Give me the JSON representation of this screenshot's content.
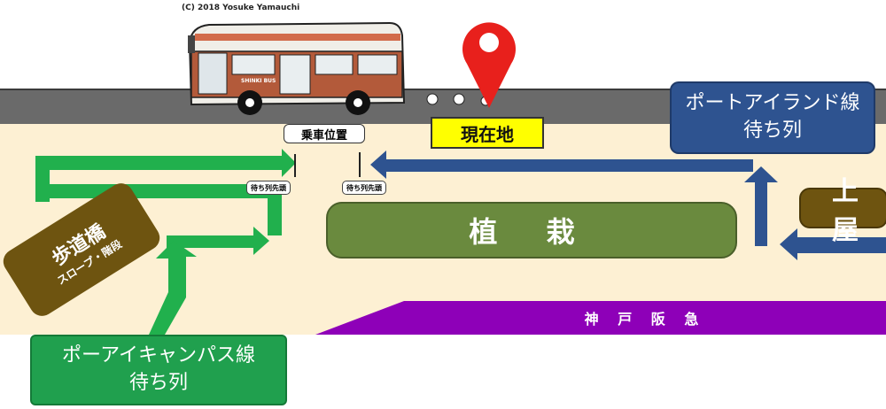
{
  "copyright": "(C)  2018 Yosuke Yamauchi",
  "bus_plate": "SHINKI BUS",
  "current_location": "現在地",
  "boarding_position": "乗車位置",
  "queue_head_left": "待ち列先頭",
  "queue_head_right": "待ち列先頭",
  "planting": "植 栽",
  "port_island": {
    "line1": "ポートアイランド線",
    "line2": "待ち列"
  },
  "roof": "上 屋",
  "footbridge": {
    "line1": "歩道橋",
    "line2": "スロープ・階段"
  },
  "poai_campus": {
    "line1": "ポーアイキャンパス線",
    "line2": "待ち列"
  },
  "hankyu": "神 戸 阪 急",
  "colors": {
    "green": "#21b04d",
    "blue": "#2e5390",
    "purple": "#8e00b8",
    "pin": "#e8201c"
  }
}
